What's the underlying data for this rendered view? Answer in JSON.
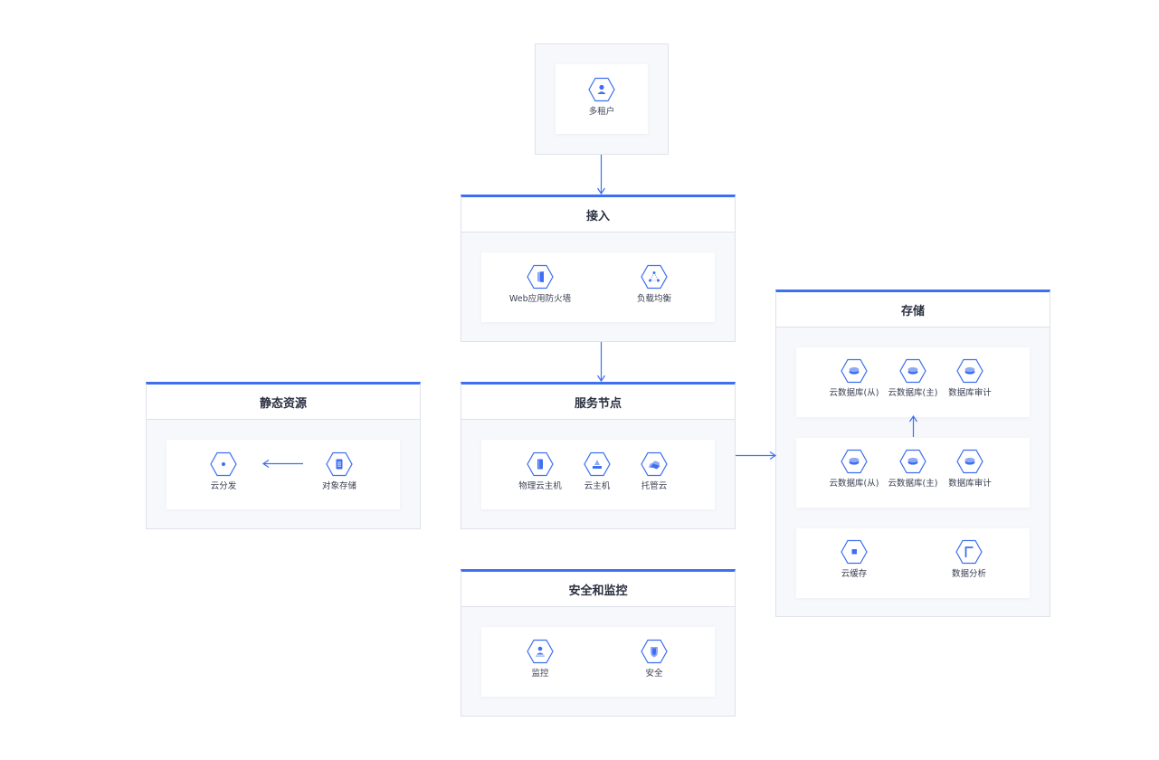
{
  "colors": {
    "accent": "#3d6ff0",
    "panel_bg": "#f7f8fc",
    "border": "#dfe2ea"
  },
  "tenant": {
    "label": "多租户",
    "icon": "user-icon"
  },
  "access": {
    "title": "接入",
    "items": [
      {
        "label": "Web应用防火墙",
        "icon": "firewall-icon"
      },
      {
        "label": "负载均衡",
        "icon": "load-balancer-icon"
      }
    ]
  },
  "service": {
    "title": "服务节点",
    "items": [
      {
        "label": "物理云主机",
        "icon": "physical-host-icon"
      },
      {
        "label": "云主机",
        "icon": "cloud-host-icon"
      },
      {
        "label": "托管云",
        "icon": "managed-cloud-icon"
      }
    ]
  },
  "static": {
    "title": "静态资源",
    "items": [
      {
        "label": "云分发",
        "icon": "cdn-icon"
      },
      {
        "label": "对象存储",
        "icon": "object-storage-icon"
      }
    ]
  },
  "security": {
    "title": "安全和监控",
    "items": [
      {
        "label": "监控",
        "icon": "monitor-icon"
      },
      {
        "label": "安全",
        "icon": "shield-icon"
      }
    ]
  },
  "storage": {
    "title": "存储",
    "row1": [
      {
        "label": "云数据库(从)",
        "icon": "database-icon"
      },
      {
        "label": "云数据库(主)",
        "icon": "database-icon"
      },
      {
        "label": "数据库审计",
        "icon": "database-icon"
      }
    ],
    "row2": [
      {
        "label": "云数据库(从)",
        "icon": "database-icon"
      },
      {
        "label": "云数据库(主)",
        "icon": "database-icon"
      },
      {
        "label": "数据库审计",
        "icon": "database-icon"
      }
    ],
    "row3": [
      {
        "label": "云缓存",
        "icon": "cache-icon"
      },
      {
        "label": "数据分析",
        "icon": "analytics-icon"
      }
    ]
  }
}
